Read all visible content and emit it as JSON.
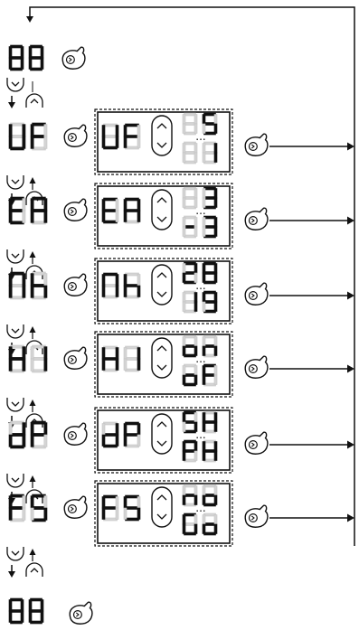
{
  "diagram": {
    "top_display": "88",
    "bottom_display": "88",
    "menu_items": [
      {
        "code": "UF",
        "upper_value": " 5",
        "lower_value": " 1"
      },
      {
        "code": "EA",
        "upper_value": " 3",
        "lower_value": "-3"
      },
      {
        "code": "Nh",
        "upper_value": "28",
        "lower_value": "19"
      },
      {
        "code": "HI",
        "upper_value": "on",
        "lower_value": "oF"
      },
      {
        "code": "dP",
        "upper_value": "SH",
        "lower_value": "PH"
      },
      {
        "code": "FS",
        "upper_value": "no",
        "lower_value": "Go"
      }
    ],
    "range_separator": "...",
    "icons": {
      "enter": "finger-press-button-icon",
      "up": "up-button-icon",
      "down": "down-button-icon",
      "updown": "up-down-rocker-icon"
    },
    "colors": {
      "ink": "#111111",
      "dim_segment": "#d4d4d4",
      "background": "#ffffff"
    }
  }
}
